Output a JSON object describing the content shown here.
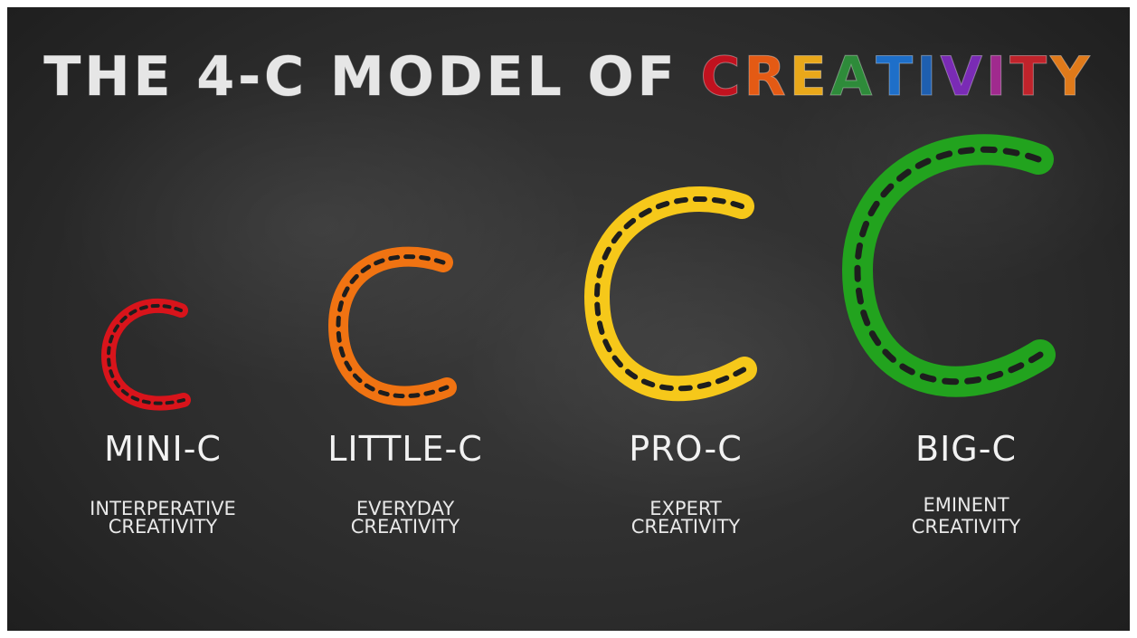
{
  "title": {
    "prefix": "THE 4-C MODEL OF ",
    "highlight_letters": [
      {
        "char": "C",
        "color": "#c1121f"
      },
      {
        "char": "R",
        "color": "#e45a14"
      },
      {
        "char": "E",
        "color": "#e9a81a"
      },
      {
        "char": "A",
        "color": "#2e8b3a"
      },
      {
        "char": "T",
        "color": "#1e6fc9"
      },
      {
        "char": "I",
        "color": "#1e5fb0"
      },
      {
        "char": "V",
        "color": "#7a2bb5"
      },
      {
        "char": "I",
        "color": "#a02a8e"
      },
      {
        "char": "T",
        "color": "#c0232b"
      },
      {
        "char": "Y",
        "color": "#e07a1a"
      }
    ]
  },
  "levels": [
    {
      "name": "MINI-C",
      "line1": "INTERPERATIVE",
      "line2": "CREATIVITY",
      "color": "#d8141b",
      "icon": "letter-c-icon"
    },
    {
      "name": "LITTLE-C",
      "line1": "EVERYDAY",
      "line2": "CREATIVITY",
      "color": "#f07312",
      "icon": "letter-c-icon"
    },
    {
      "name": "PRO-C",
      "line1": "EXPERT",
      "line2": "CREATIVITY",
      "color": "#f6c81a",
      "icon": "letter-c-icon"
    },
    {
      "name": "BIG-C",
      "line1": "EMINENT",
      "line2": "CREATIVITY",
      "color": "#22a31e",
      "icon": "letter-c-icon"
    }
  ]
}
